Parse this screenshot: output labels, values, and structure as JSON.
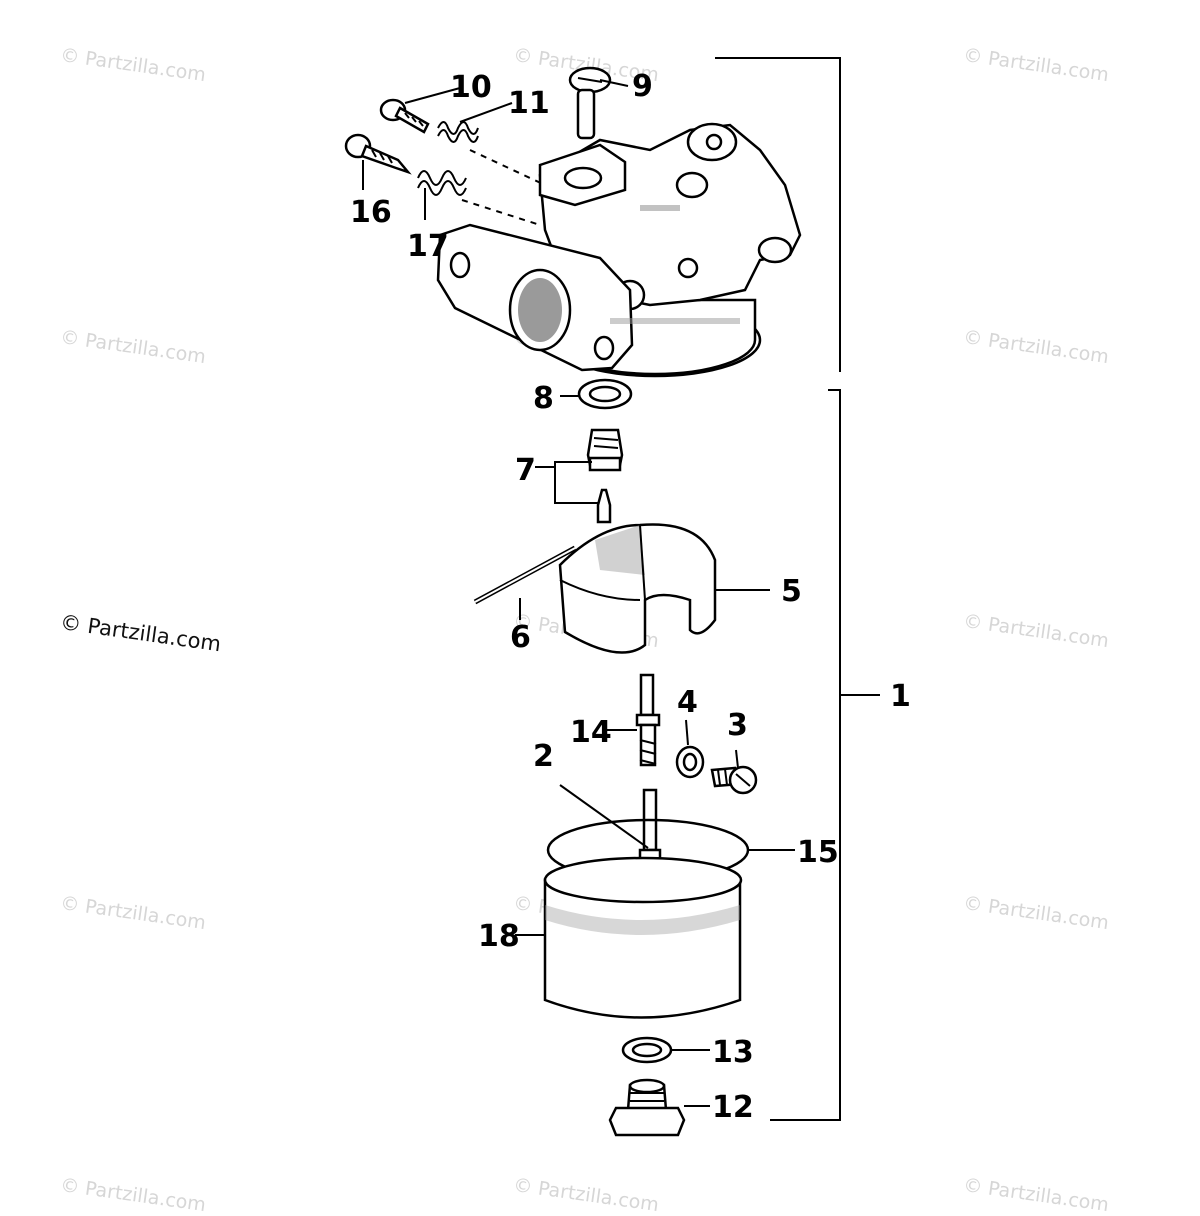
{
  "watermark": {
    "text": "© Partzilla.com"
  },
  "callouts": {
    "c1": "1",
    "c2": "2",
    "c3": "3",
    "c4": "4",
    "c5": "5",
    "c6": "6",
    "c7": "7",
    "c8": "8",
    "c9": "9",
    "c10": "10",
    "c11": "11",
    "c12": "12",
    "c13": "13",
    "c14": "14",
    "c15": "15",
    "c16": "16",
    "c17": "17",
    "c18": "18"
  }
}
